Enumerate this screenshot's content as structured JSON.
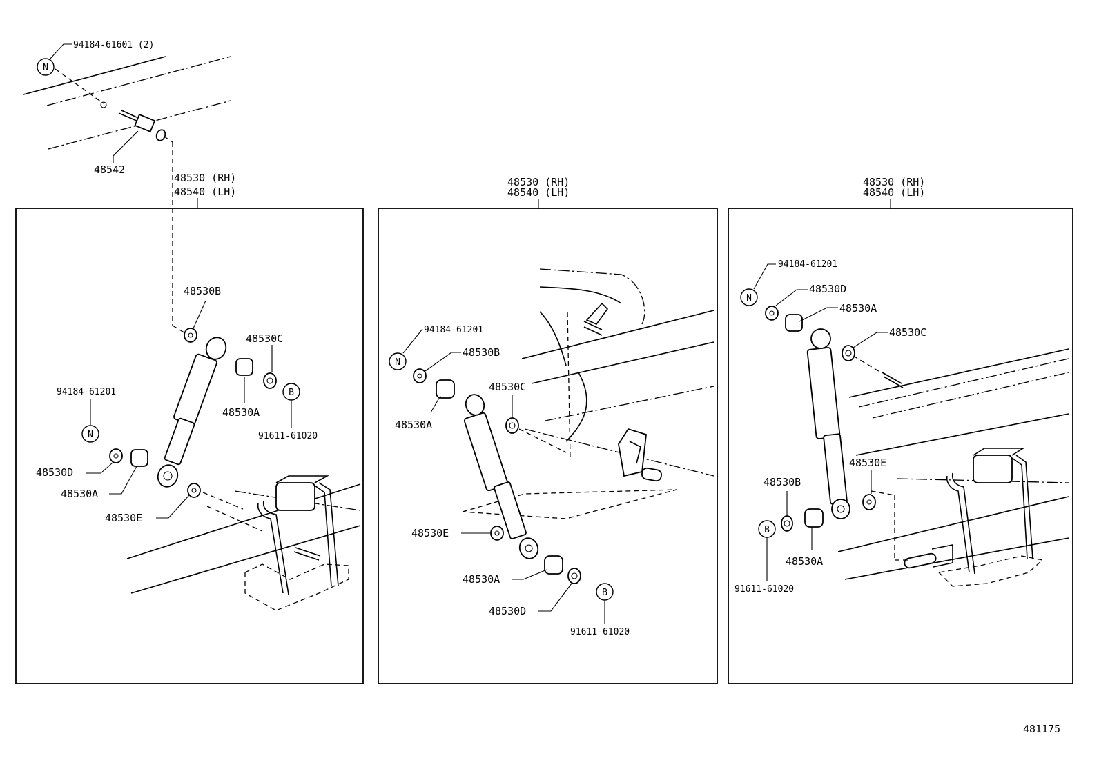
{
  "figure_number": "481175",
  "top_callouts": {
    "clip_part": "94184-61601 (2)",
    "clip_symbol": "N",
    "stud_part": "48542"
  },
  "panels": [
    {
      "header_rh": "48530 (RH)",
      "header_lh": "48540 (LH)",
      "labels": {
        "b_top": "48530B",
        "c_top": "48530C",
        "a_top": "48530A",
        "bolt_symbol": "B",
        "bolt_part": "91611-61020",
        "nut_part": "94184-61201",
        "nut_symbol": "N",
        "d_low": "48530D",
        "a_low": "48530A",
        "e_low": "48530E"
      }
    },
    {
      "header_rh": "48530 (RH)",
      "header_lh": "48540 (LH)",
      "labels": {
        "nut_part": "94184-61201",
        "nut_symbol": "N",
        "b_top": "48530B",
        "a_top": "48530A",
        "c_top": "48530C",
        "e_low": "48530E",
        "a_low": "48530A",
        "d_low": "48530D",
        "bolt_symbol": "B",
        "bolt_part": "91611-61020"
      }
    },
    {
      "header_rh": "48530 (RH)",
      "header_lh": "48540 (LH)",
      "labels": {
        "nut_part": "94184-61201",
        "nut_symbol": "N",
        "d_top": "48530D",
        "a_top": "48530A",
        "c_top": "48530C",
        "e_low": "48530E",
        "b_low": "48530B",
        "a_low": "48530A",
        "bolt_symbol": "B",
        "bolt_part": "91611-61020"
      }
    }
  ]
}
